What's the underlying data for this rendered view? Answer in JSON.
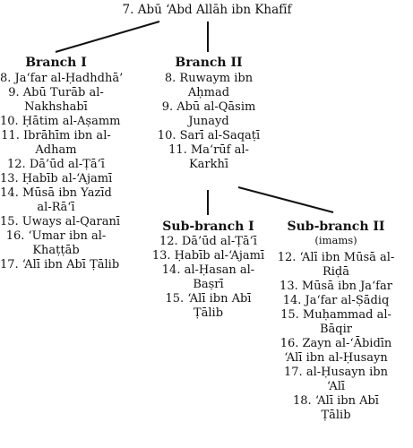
{
  "root": "7. Abū ‘Abd Allāh ibn Khafīf",
  "branch1": {
    "title": "Branch I",
    "items": [
      [
        "8. Ja‘far al-Ḥadhdhā’"
      ],
      [
        "9. Abū Turāb al-",
        "Nakhshabī"
      ],
      [
        "10. Ḥātim al-Aṣamm"
      ],
      [
        "11. Ibrāhīm ibn al-",
        "Adham"
      ],
      [
        "12. Dā’ūd al-Ṭā’ī"
      ],
      [
        "13. Ḥabīb al-‘Ajamī"
      ],
      [
        "14. Mūsā ibn Yazīd",
        "al-Rā‘ī"
      ],
      [
        "15. Uways al-Qaranī"
      ],
      [
        "16. ‘Umar ibn al-",
        "Khaṭṭāb"
      ],
      [
        "17. ‘Alī ibn Abī Ṭālib"
      ]
    ]
  },
  "branch2": {
    "title": "Branch II",
    "items": [
      [
        "8. Ruwaym ibn",
        "Aḥmad"
      ],
      [
        "9. Abū al-Qāsim",
        "Junayd"
      ],
      [
        "10. Sarī al-Saqaṭī"
      ],
      [
        "11. Ma‘rūf al-",
        "Karkhī"
      ]
    ]
  },
  "subbranch1": {
    "title": "Sub-branch I",
    "items": [
      [
        "12. Dā’ūd al-Ṭā’ī"
      ],
      [
        "13. Ḥabīb al-‘Ajamī"
      ],
      [
        "14. al-Ḥasan al-",
        "Baṣrī"
      ],
      [
        "15. ‘Alī ibn Abī",
        "Ṭālib"
      ]
    ]
  },
  "subbranch2": {
    "title": "Sub-branch II",
    "subtitle": "(imams)",
    "items": [
      [
        "12. ‘Alī ibn Mūsā al-",
        "Riḍā"
      ],
      [
        "13. Mūsā ibn Ja‘far"
      ],
      [
        "14. Ja‘far al-Ṣādiq"
      ],
      [
        "15. Muḥammad al-",
        "Bāqir"
      ],
      [
        "16. Zayn al-‘Ābidīn",
        "‘Alī ibn al-Ḥusayn"
      ],
      [
        "17. al-Ḥusayn ibn",
        "‘Alī"
      ],
      [
        "18. ‘Alī ibn Abī",
        "Ṭālib"
      ]
    ]
  }
}
